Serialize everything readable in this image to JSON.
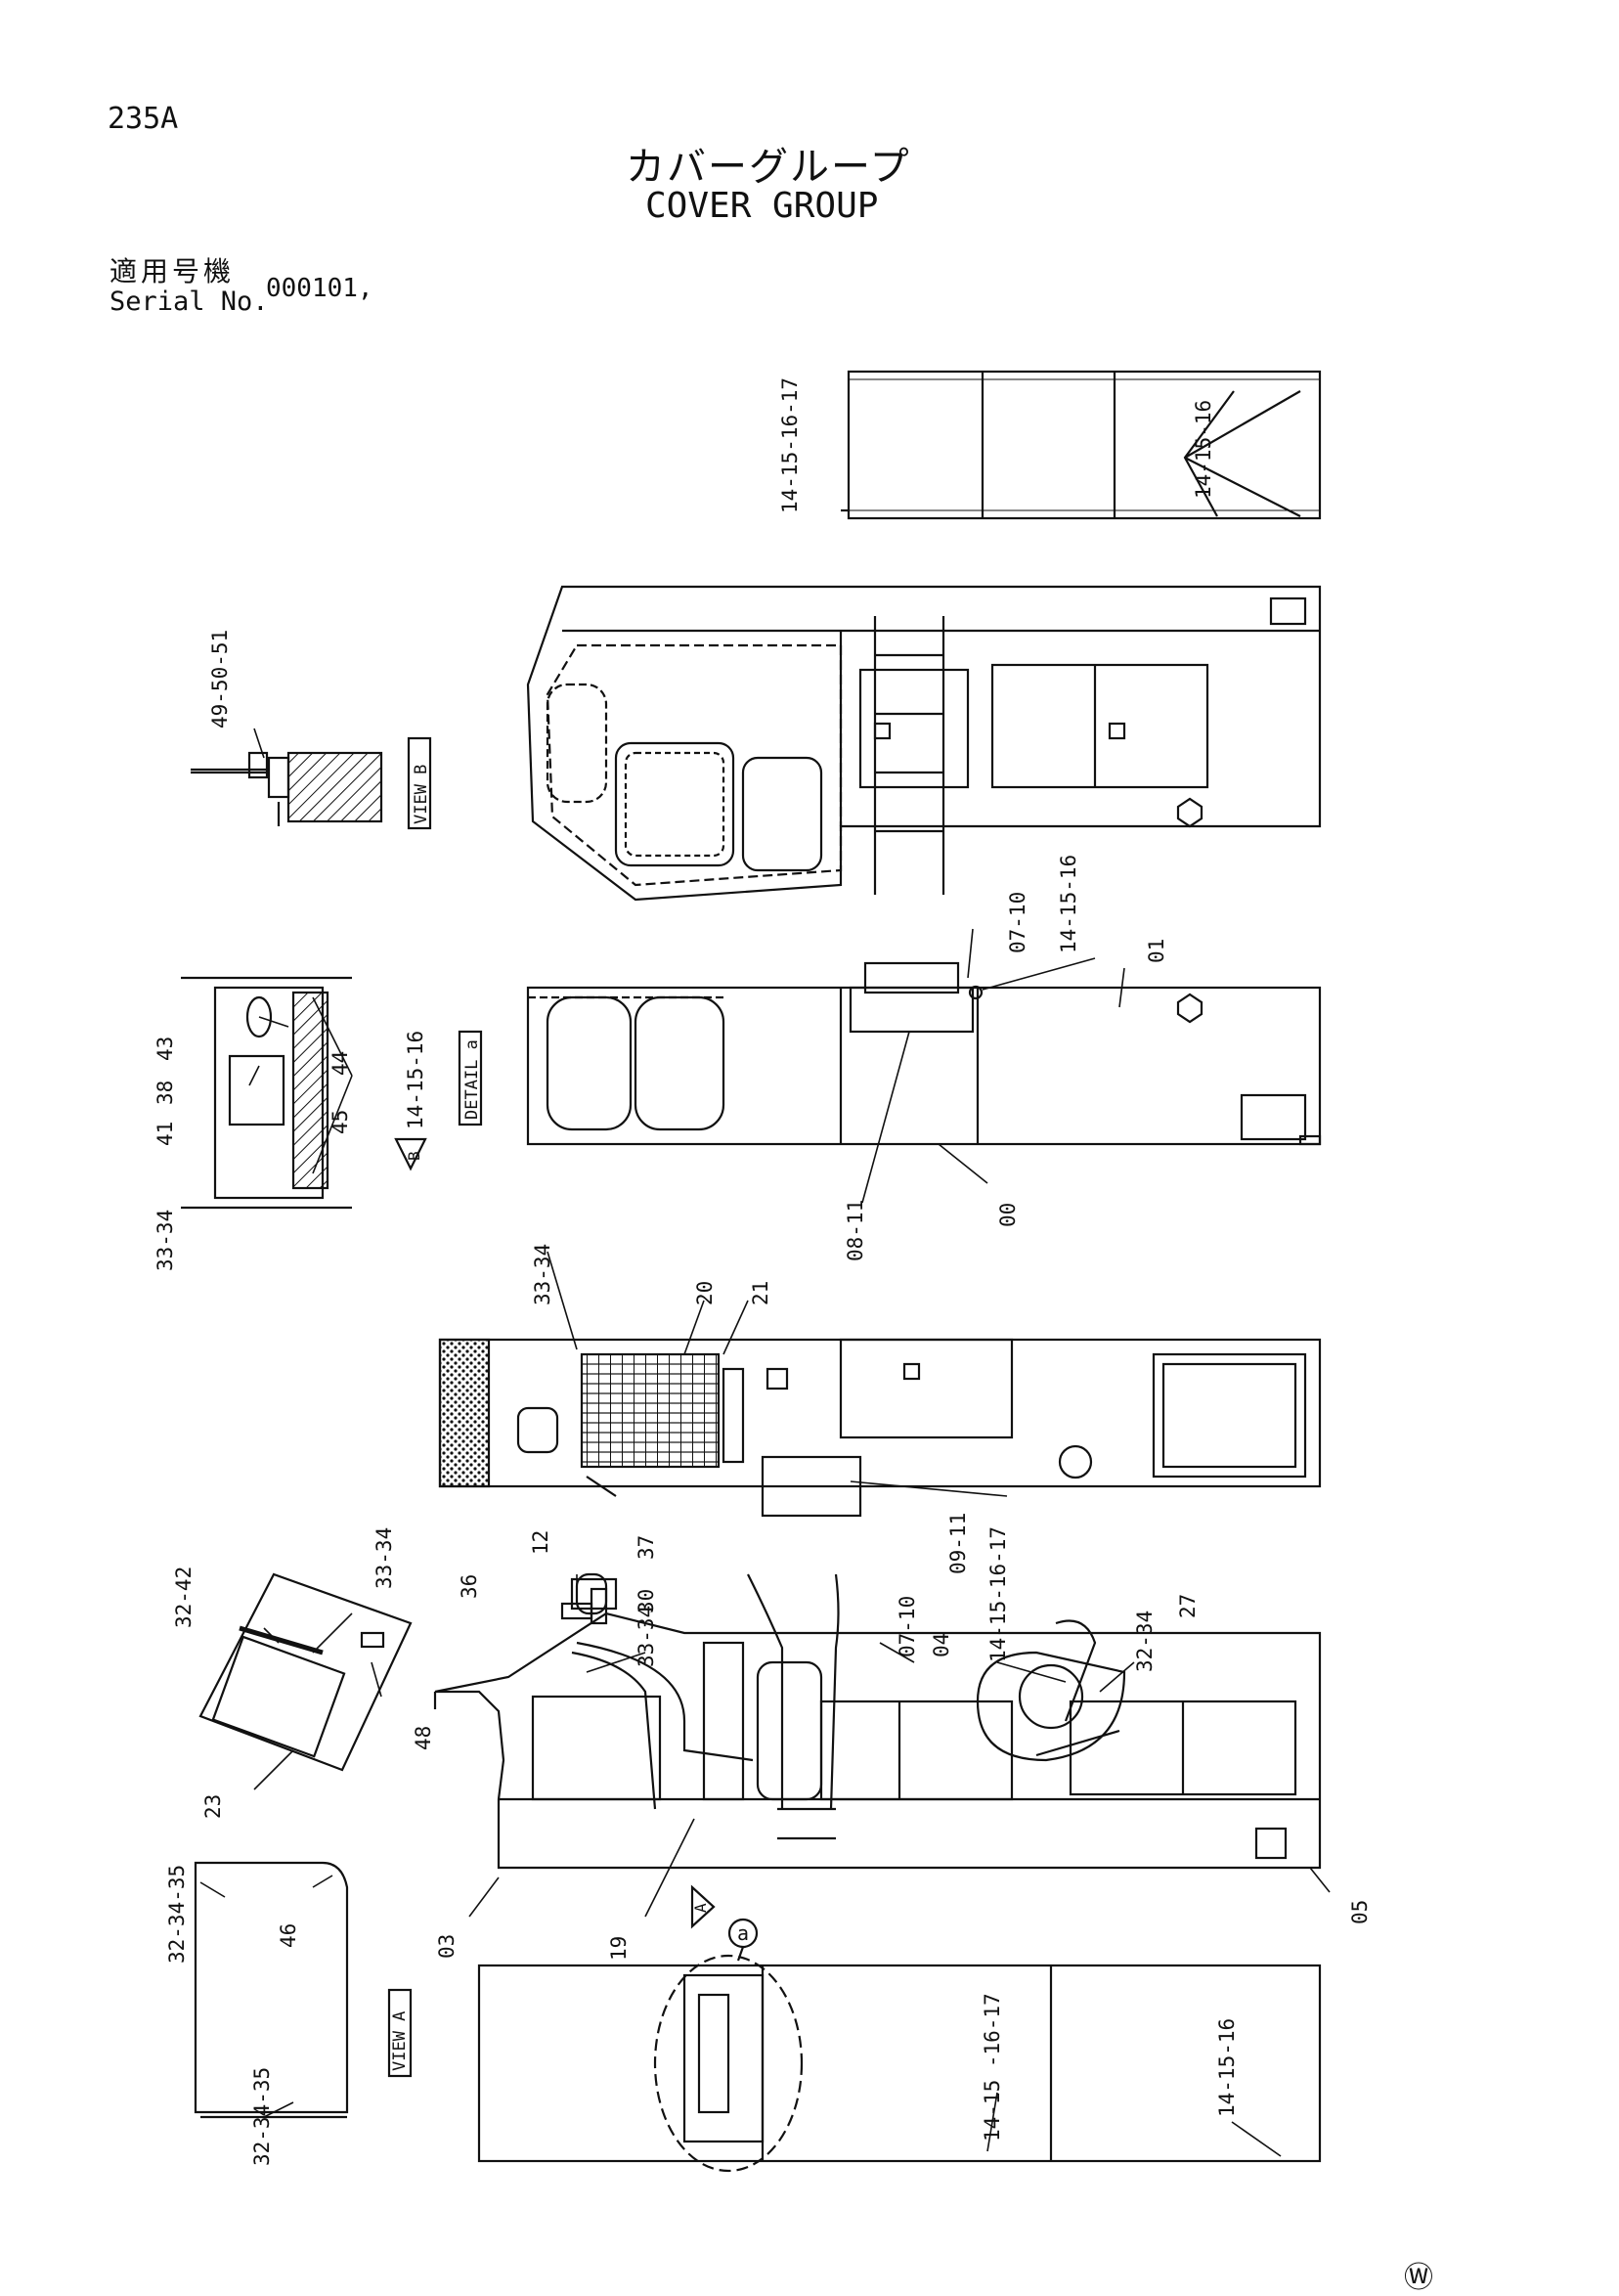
{
  "header": {
    "page_code": "235A",
    "title_jp": "カバーグループ",
    "title_en": "COVER GROUP",
    "serial_label_jp": "適用号機",
    "serial_label_en": "Serial No.",
    "serial_value": "000101,"
  },
  "footer": {
    "mark": "Ⓦ"
  },
  "views": {
    "view_b": "VIEW B",
    "detail_a": "DETAIL a",
    "view_a": "VIEW A",
    "arrow_b": "B",
    "arrow_a": "A",
    "circle_a": "a"
  },
  "callouts": {
    "c_14_15_16_17_top": "14-15-16-17",
    "c_14_15_16_top": "14-15-16",
    "c_49_50_51": "49-50-51",
    "c_07_10_upper": "07-10",
    "c_14_15_16_upper": "14-15-16",
    "c_01": "01",
    "c_43": "43",
    "c_38": "38",
    "c_41": "41",
    "c_44": "44",
    "c_45": "45",
    "c_14_15_16_detail": "14-15-16",
    "c_33_34_detail": "33-34",
    "c_08_11": "08-11",
    "c_00": "00",
    "c_33_34_roof": "33-34",
    "c_20": "20",
    "c_21": "21",
    "c_09_11": "09-11",
    "c_32_42": "32-42",
    "c_33_34_panel": "33-34",
    "c_48": "48",
    "c_23": "23",
    "c_36": "36",
    "c_12": "12",
    "c_37": "37",
    "c_30": "30",
    "c_33_34_mirror": "33-34",
    "c_07_10_lower": "07-10",
    "c_04": "04",
    "c_14_15_16_17_lower": "14-15-16-17",
    "c_32_34": "32-34",
    "c_27": "27",
    "c_05": "05",
    "c_03": "03",
    "c_19": "19",
    "c_32_34_35_upper": "32-34-35",
    "c_46": "46",
    "c_32_34_35_lower": "32-34-35",
    "c_14_15_16_17_bottom": "14-15\n-16-17",
    "c_14_15_16_bottom": "14-15-16"
  }
}
